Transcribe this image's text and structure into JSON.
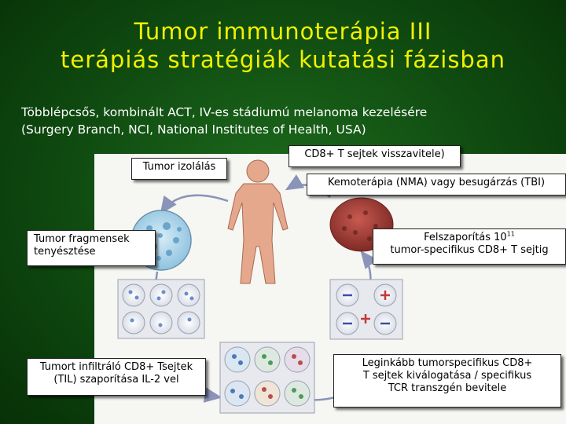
{
  "title": {
    "line1": "Tumor immunoterápia III",
    "line2": "terápiás stratégiák kutatási fázisban"
  },
  "subtitle": {
    "line1": "Többlépcsős, kombinált ACT, IV-es stádiumú melanoma kezelésére",
    "line2": "(Surgery Branch, NCI, National Institutes of Health, USA)"
  },
  "labels": {
    "isolation": "Tumor izolálás",
    "cd8_return": "CD8+ T sejtek visszavitele)",
    "chemo": "Kemoterápia (NMA) vagy besugárzás (TBI)",
    "fragments_line1": "Tumor fragmensek",
    "fragments_line2": "tenyésztése",
    "expansion_line1_pre": "Felszaporítás 10",
    "expansion_exp": "11",
    "expansion_line2": "tumor-specifikus CD8+ T sejtig",
    "til_line1": "Tumort infiltráló CD8+ Tsejtek",
    "til_line2": "(TIL) szaporítása IL-2 vel",
    "selection_line1": "Leginkább tumorspecifikus CD8+",
    "selection_line2": "T sejtek kiválogatása / specifikus",
    "selection_line3": "TCR transzgén bevitele"
  },
  "colors": {
    "title": "#f2f000",
    "background": "#0f4a10",
    "well_blue": "#9ccbe6",
    "tumor_red": "#a0403a",
    "arrow": "#8a93b8"
  },
  "icons": [
    "human-body-icon",
    "culture-plate-icon",
    "well-plate-icon",
    "tumor-mass-icon",
    "plus-minus-wells-icon"
  ]
}
